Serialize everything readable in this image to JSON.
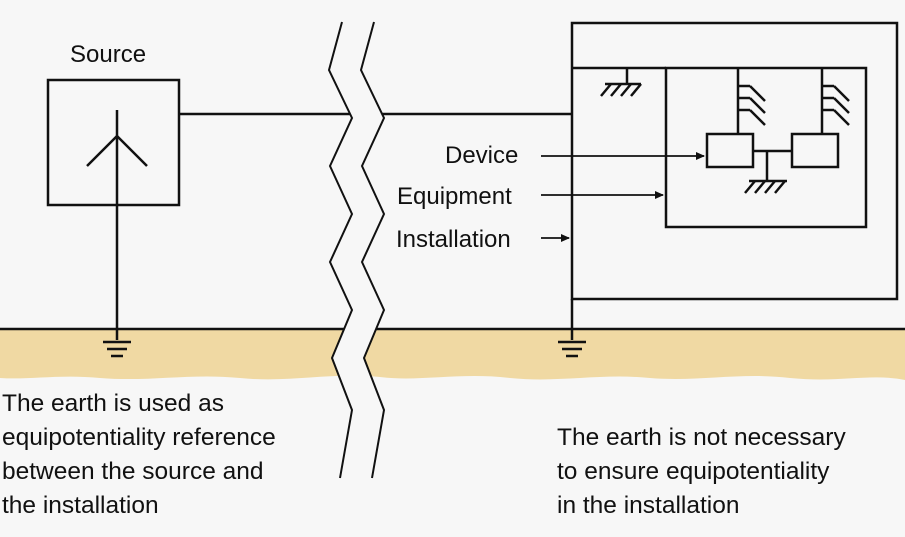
{
  "labels": {
    "source": "Source",
    "device": "Device",
    "equipment": "Equipment",
    "installation": "Installation"
  },
  "captions": {
    "left": [
      "The earth is used as",
      "equipotentiality reference",
      "between the source and",
      "the installation"
    ],
    "right": [
      "The earth is not necessary",
      "to ensure equipotentiality",
      "in the installation"
    ]
  },
  "colors": {
    "ground": "#f0d9a3",
    "line": "#111111",
    "background": "#f7f7f7"
  },
  "icons": [
    "source-symbol-icon",
    "earth-ground-icon",
    "frame-ground-icon",
    "break-mark-icon",
    "arrow-icon"
  ]
}
